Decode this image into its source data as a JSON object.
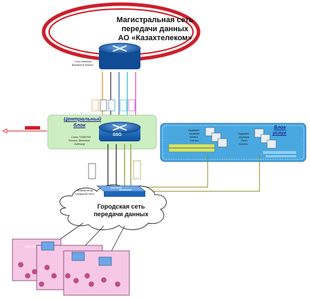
{
  "backbone": {
    "title_line1": "Магистральная сеть",
    "title_line2": "передачи данных",
    "title_line3": "АО «Казахтелеком»",
    "router_label_line1": "Core Network",
    "router_label_line2": "Backbone Router"
  },
  "central_block": {
    "title_line1": "Центральный",
    "title_line2": "блок",
    "ssg_label": "SSG",
    "ssg_desc_line1": "Cisco 7206VXR",
    "ssg_desc_line2": "Service Selection",
    "ssg_desc_line3": "Gateway"
  },
  "services_block": {
    "title_line1": "Блок",
    "title_line2": "услуг",
    "server_a_line1": "Будущие",
    "server_a_line2": "сервера",
    "server_a_line3": "Walled",
    "server_a_line4": "Garden",
    "server_b_line1": "Будущие",
    "server_b_line2": "сервера",
    "server_b_line3": "Open",
    "server_b_line4": "Garden"
  },
  "city_switch": {
    "label_line1": "Коммутатор",
    "label_line2": "городской сети"
  },
  "city_network": {
    "title_line1": "Городская сеть",
    "title_line2": "передачи данных"
  },
  "access": {
    "dslam_label": "DSLAM"
  },
  "colors": {
    "ellipse_ring": "#cc1f2a",
    "central_fill": "#cdeec0",
    "central_title": "#1a2e8f",
    "services_fill": "#4aa8e0",
    "services_title": "#1a2e8f",
    "router_blue": "#1f66b7",
    "dslam_fill": "#f6c8e6",
    "dslam_stroke": "#7a3b6b"
  },
  "icons": [
    "router-icon",
    "ssg-router-icon",
    "switch-icon",
    "server-icon",
    "dslam-icon",
    "modem-icon",
    "cloud-icon",
    "arrow-icon"
  ]
}
